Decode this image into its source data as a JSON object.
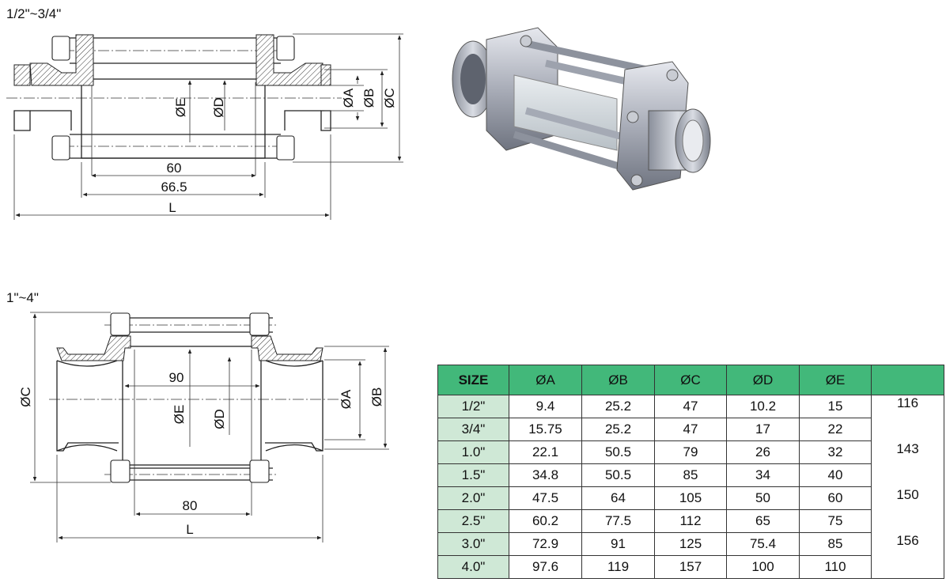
{
  "sections": {
    "top_label": "1/2\"~3/4\"",
    "bottom_label": "1\"~4\""
  },
  "top_drawing": {
    "dim_60": "60",
    "dim_66_5": "66.5",
    "dim_L": "L",
    "dim_A": "ØA",
    "dim_B": "ØB",
    "dim_C": "ØC",
    "dim_D": "ØD",
    "dim_E": "ØE"
  },
  "bottom_drawing": {
    "dim_90": "90",
    "dim_80": "80",
    "dim_L": "L",
    "dim_A": "ØA",
    "dim_B": "ØB",
    "dim_C": "ØC",
    "dim_D": "ØD",
    "dim_E": "ØE"
  },
  "table": {
    "headers": [
      "SIZE",
      "ØA",
      "ØB",
      "ØC",
      "ØD",
      "ØE",
      ""
    ],
    "rows": [
      {
        "size": "1/2\"",
        "a": "9.4",
        "b": "25.2",
        "c": "47",
        "d": "10.2",
        "e": "15",
        "l": "116"
      },
      {
        "size": "3/4\"",
        "a": "15.75",
        "b": "25.2",
        "c": "47",
        "d": "17",
        "e": "22",
        "l": ""
      },
      {
        "size": "1.0\"",
        "a": "22.1",
        "b": "50.5",
        "c": "79",
        "d": "26",
        "e": "32",
        "l": "143"
      },
      {
        "size": "1.5\"",
        "a": "34.8",
        "b": "50.5",
        "c": "85",
        "d": "34",
        "e": "40",
        "l": ""
      },
      {
        "size": "2.0\"",
        "a": "47.5",
        "b": "64",
        "c": "105",
        "d": "50",
        "e": "60",
        "l": "150"
      },
      {
        "size": "2.5\"",
        "a": "60.2",
        "b": "77.5",
        "c": "112",
        "d": "65",
        "e": "75",
        "l": ""
      },
      {
        "size": "3.0\"",
        "a": "72.9",
        "b": "91",
        "c": "125",
        "d": "75.4",
        "e": "85",
        "l": "156"
      },
      {
        "size": "4.0\"",
        "a": "97.6",
        "b": "119",
        "c": "157",
        "d": "100",
        "e": "110",
        "l": ""
      }
    ]
  },
  "colors": {
    "header_green": "#42b87a",
    "size_column_green": "#cfe8d6"
  }
}
